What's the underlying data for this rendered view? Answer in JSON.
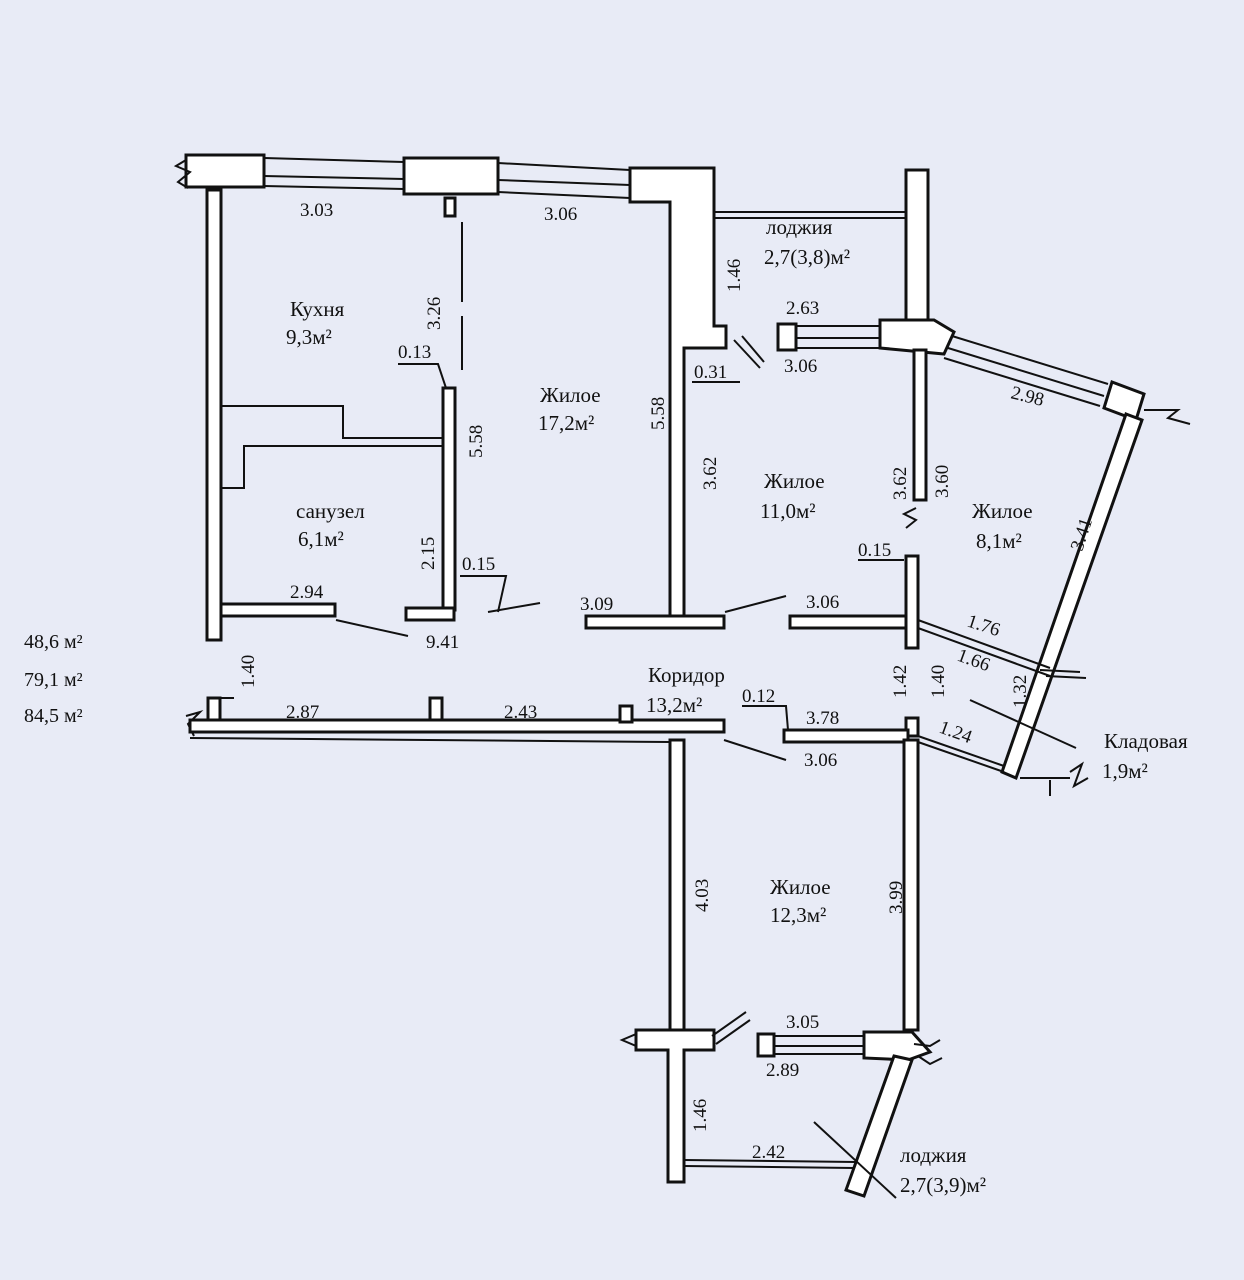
{
  "colors": {
    "background": "#e8ebf6",
    "wall_fill": "#ffffff",
    "ink": "#111111"
  },
  "totals": [
    "48,6 м²",
    "79,1 м²",
    "84,5 м²"
  ],
  "rooms": {
    "kitchen": {
      "name": "Кухня",
      "area": "9,3м²"
    },
    "living1": {
      "name": "Жилое",
      "area": "17,2м²"
    },
    "loggia_top": {
      "name": "лоджия",
      "area": "2,7(3,8)м²"
    },
    "living2": {
      "name": "Жилое",
      "area": "11,0м²"
    },
    "living3": {
      "name": "Жилое",
      "area": "8,1м²"
    },
    "bathroom": {
      "name": "санузел",
      "area": "6,1м²"
    },
    "corridor": {
      "name": "Коридор",
      "area": "13,2м²"
    },
    "storage": {
      "name": "Кладовая",
      "area": "1,9м²"
    },
    "living4": {
      "name": "Жилое",
      "area": "12,3м²"
    },
    "loggia_bottom": {
      "name": "лоджия",
      "area": "2,7(3,9)м²"
    }
  },
  "dims": {
    "k_top": "3.03",
    "l1_top": "3.06",
    "lg_side": "1.46",
    "lg_w1": "2.63",
    "lg_w2": "3.06",
    "k_v": "3.26",
    "t013": "0.13",
    "t031": "0.31",
    "l1_left": "5.58",
    "l1_right": "5.58",
    "l2_left": "3.62",
    "l3_a": "3.62",
    "l3_b": "3.60",
    "l3_top": "2.98",
    "l3_right": "3.41",
    "b_h": "2.15",
    "t015a": "0.15",
    "t015b": "0.15",
    "b_w": "2.94",
    "l1_bottom": "3.09",
    "l2_bottom": "3.06",
    "total_w": "9.41",
    "c_176": "1.76",
    "c_166": "1.66",
    "c_132": "1.32",
    "c_142": "1.42",
    "c_140a": "1.40",
    "c_140b": "1.40",
    "c_287": "2.87",
    "c_243": "2.43",
    "t012": "0.12",
    "c_378": "3.78",
    "c_306": "3.06",
    "c_124": "1.24",
    "l4_left": "4.03",
    "l4_right": "3.99",
    "l4_top": "3.05",
    "lb_w1": "2.89",
    "lb_side": "1.46",
    "lb_w2": "2.42"
  }
}
